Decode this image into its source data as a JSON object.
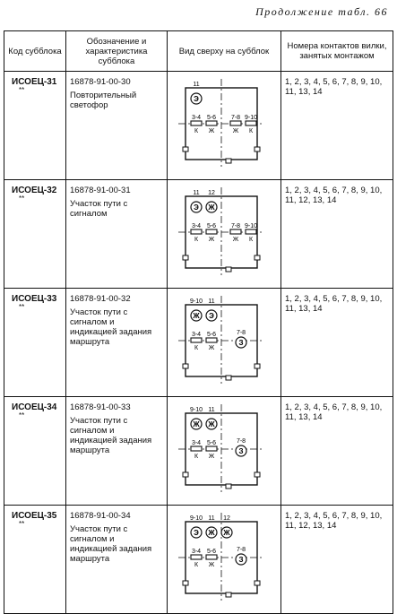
{
  "caption": "Продолжение табл. 66",
  "headers": {
    "code": "Код субблока",
    "designation": "Обозначение и характеристика субблока",
    "view": "Вид сверху на субблок",
    "contacts": "Номера контактов вилки, занятых монтажом"
  },
  "rows": [
    {
      "code": "ИСОЕЦ-31",
      "stars": "**",
      "designation": "16878-91-00-30",
      "description": "Повторительный светофор",
      "contacts": "1, 2, 3, 4, 5, 6, 7, 8, 9, 10, 11, 13, 14",
      "diagram": {
        "top_labels": [
          "11"
        ],
        "lamp_types": [
          "Э"
        ],
        "relays": [
          "3-4",
          "5-6",
          "7-8",
          "9-10"
        ],
        "relay_marks": [
          "К",
          "Ж",
          "Ж",
          "К"
        ],
        "side_lamp": null
      }
    },
    {
      "code": "ИСОЕЦ-32",
      "stars": "**",
      "designation": "16878-91-00-31",
      "description": "Участок пути с сигналом",
      "contacts": "1, 2, 3, 4, 5, 6, 7, 8, 9, 10, 11, 12, 13, 14",
      "diagram": {
        "top_labels": [
          "11",
          "12"
        ],
        "lamp_types": [
          "Э",
          "Ж"
        ],
        "relays": [
          "3-4",
          "5-6",
          "7-8",
          "9-10"
        ],
        "relay_marks": [
          "К",
          "Ж",
          "Ж",
          "К"
        ],
        "side_lamp": null
      }
    },
    {
      "code": "ИСОЕЦ-33",
      "stars": "**",
      "designation": "16878-91-00-32",
      "description": "Участок пути с сигналом и индикацией задания маршрута",
      "contacts": "1, 2, 3, 4, 5, 6, 7, 8, 9, 10, 11, 13, 14",
      "diagram": {
        "top_labels": [
          "9-10",
          "11"
        ],
        "lamp_types": [
          "Ж",
          "Э"
        ],
        "relays": [
          "3-4",
          "5-6"
        ],
        "relay_marks": [
          "К",
          "Ж"
        ],
        "side_lamp": {
          "label": "7-8",
          "type": "З"
        }
      }
    },
    {
      "code": "ИСОЕЦ-34",
      "stars": "**",
      "designation": "16878-91-00-33",
      "description": "Участок пути с сигналом и индикацией задания маршрута",
      "contacts": "1, 2, 3, 4, 5, 6, 7, 8, 9, 10, 11, 13, 14",
      "diagram": {
        "top_labels": [
          "9-10",
          "11"
        ],
        "lamp_types": [
          "Ж",
          "Ж"
        ],
        "relays": [
          "3-4",
          "5-6"
        ],
        "relay_marks": [
          "К",
          "Ж"
        ],
        "side_lamp": {
          "label": "7-8",
          "type": "З"
        }
      }
    },
    {
      "code": "ИСОЕЦ-35",
      "stars": "**",
      "designation": "16878-91-00-34",
      "description": "Участок пути с сигналом и индикацией задания маршрута",
      "contacts": "1, 2, 3, 4, 5, 6, 7, 8, 9, 10, 11, 12, 13, 14",
      "diagram": {
        "top_labels": [
          "9-10",
          "11",
          "12"
        ],
        "lamp_types": [
          "Э",
          "Ж",
          "Ж"
        ],
        "relays": [
          "3-4",
          "5-6"
        ],
        "relay_marks": [
          "К",
          "Ж"
        ],
        "side_lamp": {
          "label": "7-8",
          "type": "З"
        }
      }
    }
  ]
}
